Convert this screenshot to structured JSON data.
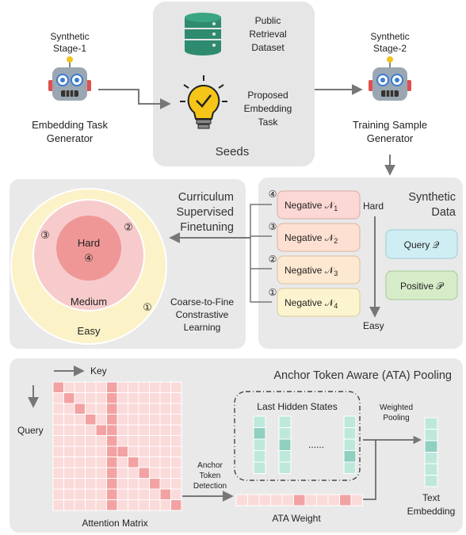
{
  "colors": {
    "panel_bg": "#e9e9e9",
    "seeds_bg": "#e6e6e6",
    "easy_ring": "#fcf2c8",
    "medium_ring": "#f7cbcb",
    "hard_ring": "#ef9797",
    "neg1": "#fbd8d4",
    "neg2": "#fde0d2",
    "neg3": "#fde8d2",
    "neg4": "#fcf4cf",
    "query_box": "#cfeef3",
    "positive_box": "#d6ecc9",
    "matrix_light": "#fbdada",
    "matrix_dark": "#f2a2a2",
    "hidden_teal": "#bfe8dc",
    "arrow": "#777777"
  },
  "top": {
    "stage1_title_line1": "Synthetic",
    "stage1_title_line2": "Stage-1",
    "stage1_caption_line1": "Embedding Task",
    "stage1_caption_line2": "Generator",
    "stage2_title_line1": "Synthetic",
    "stage2_title_line2": "Stage-2",
    "stage2_caption_line1": "Training Sample",
    "stage2_caption_line2": "Generator",
    "seeds_label": "Seeds",
    "seed1_line1": "Public",
    "seed1_line2": "Retrieval",
    "seed1_line3": "Dataset",
    "seed2_line1": "Proposed",
    "seed2_line2": "Embedding",
    "seed2_line3": "Task",
    "robot_icon": "robot-emoji",
    "database_icon": "database-icon",
    "lightbulb_icon": "lightbulb-check-icon"
  },
  "curriculum": {
    "title_line1": "Curriculum",
    "title_line2": "Supervised",
    "title_line3": "Finetuning",
    "hard": "Hard",
    "medium": "Medium",
    "easy": "Easy",
    "num_hard": "④",
    "num_medium_left": "③",
    "num_medium_right": "②",
    "num_easy": "①",
    "arrow_caption_line1": "Coarse-to-Fine",
    "arrow_caption_line2": "Constrastive",
    "arrow_caption_line3": "Learning"
  },
  "synthetic": {
    "title_line1": "Synthetic",
    "title_line2": "Data",
    "negatives": [
      {
        "num": "④",
        "label": "Negative 𝒩",
        "sub": "1"
      },
      {
        "num": "③",
        "label": "Negative 𝒩",
        "sub": "2"
      },
      {
        "num": "②",
        "label": "Negative 𝒩",
        "sub": "3"
      },
      {
        "num": "①",
        "label": "Negative 𝒩",
        "sub": "4"
      }
    ],
    "hard_label": "Hard",
    "easy_label": "Easy",
    "query_label": "Query 𝒬",
    "positive_label": "Positive 𝒫"
  },
  "ata": {
    "title": "Anchor Token Aware (ATA) Pooling",
    "key_label": "Key",
    "query_label": "Query",
    "matrix_caption": "Attention Matrix",
    "detection_line1": "Anchor",
    "detection_line2": "Token",
    "detection_line3": "Detection",
    "hidden_states_label": "Last Hidden States",
    "ellipsis": "......",
    "weight_caption": "ATA Weight",
    "weighted_line1": "Weighted",
    "weighted_line2": "Pooling",
    "text_embedding_line1": "Text",
    "text_embedding_line2": "Embedding"
  }
}
